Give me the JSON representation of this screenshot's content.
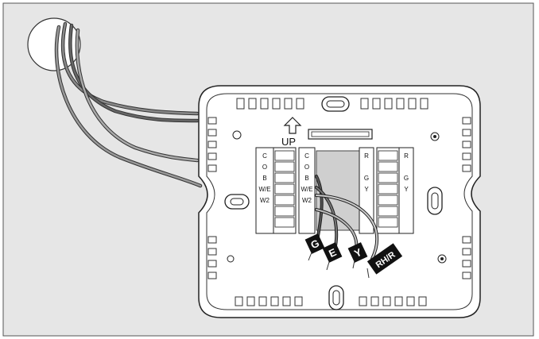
{
  "diagram": {
    "up_label": "UP",
    "left_terminals": [
      "C",
      "O",
      "B",
      "W/E",
      "W2"
    ],
    "center_terminals": [
      "C",
      "O",
      "B",
      "W/E",
      "W2"
    ],
    "center_right_terminals": [
      "R",
      "G",
      "Y"
    ],
    "right_terminals": [
      "R",
      "G",
      "Y"
    ],
    "wire_tags": [
      "G",
      "E",
      "Y",
      "RH/R"
    ]
  }
}
